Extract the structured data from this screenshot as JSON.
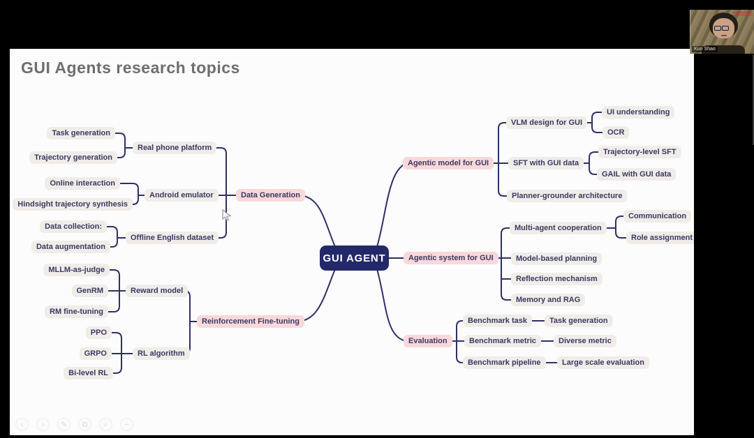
{
  "slide": {
    "title": "GUI Agents research topics"
  },
  "webcam": {
    "participant_name": "Kun Shao"
  },
  "toolbar": {
    "icons": [
      {
        "name": "previous-slide",
        "glyph": "‹"
      },
      {
        "name": "next-slide",
        "glyph": "›"
      },
      {
        "name": "annotate-pen",
        "glyph": "✎"
      },
      {
        "name": "slide-browser",
        "glyph": "⧉"
      },
      {
        "name": "zoom-magnifier",
        "glyph": "⌕"
      },
      {
        "name": "zoom-out",
        "glyph": "−"
      }
    ]
  },
  "colors": {
    "center_navy": "#232968",
    "connector_navy": "#2e3065",
    "pink_node": "#f8d8db",
    "leaf_node": "#f0ede9",
    "text_navy": "#3b3860",
    "title_gray": "#6e6e6e"
  },
  "mindmap": {
    "center": "GUI AGENT",
    "nodes": [
      {
        "id": "task-generation-left",
        "label": "Task generation"
      },
      {
        "id": "trajectory-generation",
        "label": "Trajectory generation"
      },
      {
        "id": "online-interaction",
        "label": "Online interaction"
      },
      {
        "id": "hindsight-trajectory-synthesis",
        "label": "Hindsight trajectory synthesis"
      },
      {
        "id": "data-collection",
        "label": "Data collection:"
      },
      {
        "id": "data-augmentation",
        "label": "Data augmentation"
      },
      {
        "id": "mllm-as-judge",
        "label": "MLLM-as-judge"
      },
      {
        "id": "genrm",
        "label": "GenRM"
      },
      {
        "id": "rm-fine-tuning",
        "label": "RM fine-tuning"
      },
      {
        "id": "ppo",
        "label": "PPO"
      },
      {
        "id": "grpo",
        "label": "GRPO"
      },
      {
        "id": "bi-level-rl",
        "label": "Bi-level RL"
      },
      {
        "id": "real-phone-platform",
        "label": "Real phone platform"
      },
      {
        "id": "android-emulator",
        "label": "Android emulator"
      },
      {
        "id": "offline-english-dataset",
        "label": "Offline English dataset"
      },
      {
        "id": "reward-model",
        "label": "Reward model"
      },
      {
        "id": "rl-algorithm",
        "label": "RL algorithm"
      },
      {
        "id": "data-generation",
        "label": "Data Generation"
      },
      {
        "id": "reinforcement-fine-tuning",
        "label": "Reinforcement Fine-tuning"
      },
      {
        "id": "agentic-model-for-gui",
        "label": "Agentic model for GUI"
      },
      {
        "id": "agentic-system-for-gui",
        "label": "Agentic system for GUI"
      },
      {
        "id": "evaluation",
        "label": "Evaluation"
      },
      {
        "id": "vlm-design-for-gui",
        "label": "VLM design for GUI"
      },
      {
        "id": "sft-with-gui-data",
        "label": "SFT with GUI data"
      },
      {
        "id": "planner-grounder-architecture",
        "label": "Planner-grounder architecture"
      },
      {
        "id": "multi-agent-cooperation",
        "label": "Multi-agent cooperation"
      },
      {
        "id": "model-based-planning",
        "label": "Model-based planning"
      },
      {
        "id": "reflection-mechanism",
        "label": "Reflection mechanism"
      },
      {
        "id": "memory-and-rag",
        "label": "Memory and RAG"
      },
      {
        "id": "benchmark-task",
        "label": "Benchmark task"
      },
      {
        "id": "benchmark-metric",
        "label": "Benchmark metric"
      },
      {
        "id": "benchmark-pipeline",
        "label": "Benchmark pipeline"
      },
      {
        "id": "ui-understanding",
        "label": "UI understanding"
      },
      {
        "id": "ocr",
        "label": "OCR"
      },
      {
        "id": "trajectory-level-sft",
        "label": "Trajectory-level SFT"
      },
      {
        "id": "gail-with-gui-data",
        "label": "GAIL with GUI data"
      },
      {
        "id": "communication",
        "label": "Communication"
      },
      {
        "id": "role-assignment",
        "label": "Role assignment"
      },
      {
        "id": "task-generation-right",
        "label": "Task generation"
      },
      {
        "id": "diverse-metric",
        "label": "Diverse metric"
      },
      {
        "id": "large-scale-evaluation",
        "label": "Large scale evaluation"
      }
    ]
  }
}
